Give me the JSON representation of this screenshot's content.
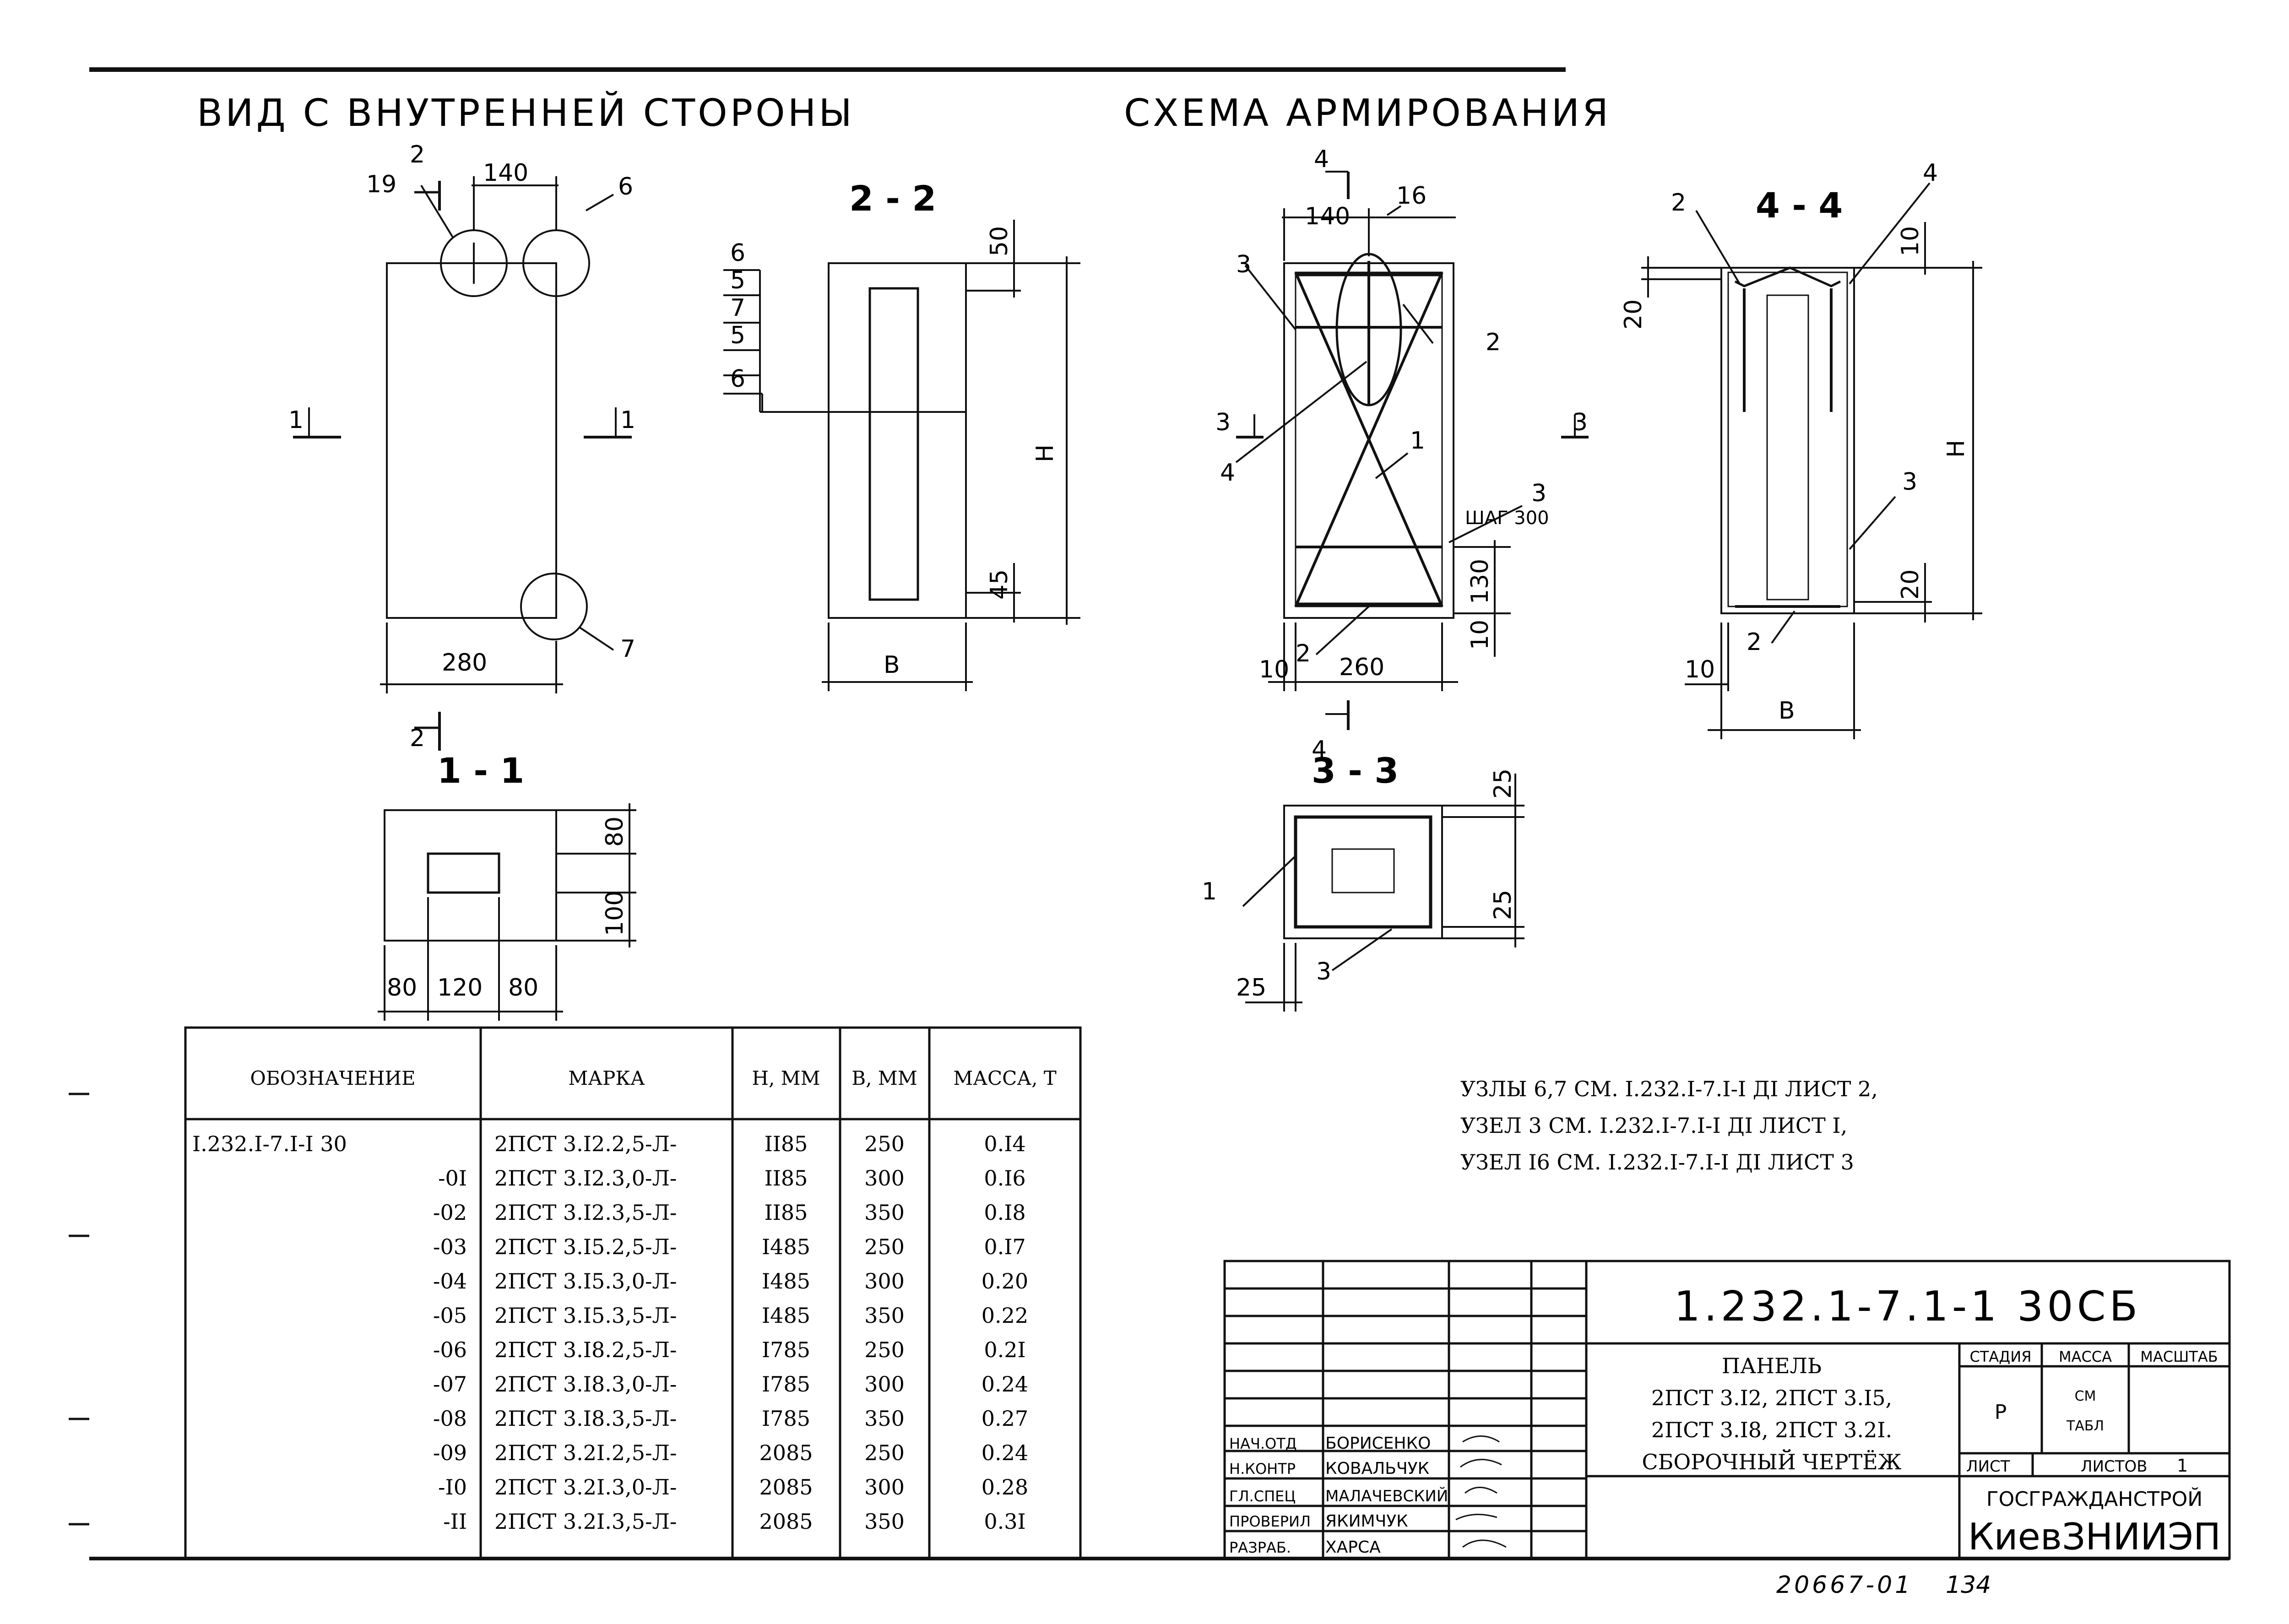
{
  "views": {
    "inner_side_title": "ВИД С ВНУТРЕННЕЙ СТОРОНЫ",
    "reinforcement_title": "СХЕМА АРМИРОВАНИЯ"
  },
  "sections": {
    "s11": "1 - 1",
    "s22": "2 - 2",
    "s33": "3 - 3",
    "s44": "4 - 4"
  },
  "dims": {
    "d140": "140",
    "d280": "280",
    "d50": "50",
    "d45": "45",
    "dH": "Н",
    "dB": "В",
    "d80": "80",
    "d100": "100",
    "d120": "120",
    "d260": "260",
    "d130": "130",
    "d10": "10",
    "d20": "20",
    "d25": "25",
    "step": "ШАГ 300"
  },
  "marks": {
    "m1": "1",
    "m2": "2",
    "m3": "3",
    "m4": "4",
    "m5": "5",
    "m6": "6",
    "m7": "7",
    "m16": "16",
    "m19": "19"
  },
  "table": {
    "headers": [
      "ОБОЗНАЧЕНИЕ",
      "МАРКА",
      "Н, ММ",
      "В, ММ",
      "МАССА, Т"
    ],
    "rows": [
      [
        "I.232.I-7.I-I 30",
        "2ПСТ 3.I2.2,5-Л-",
        "II85",
        "250",
        "0.I4"
      ],
      [
        "-0I",
        "2ПСТ 3.I2.3,0-Л-",
        "II85",
        "300",
        "0.I6"
      ],
      [
        "-02",
        "2ПСТ 3.I2.3,5-Л-",
        "II85",
        "350",
        "0.I8"
      ],
      [
        "-03",
        "2ПСТ 3.I5.2,5-Л-",
        "I485",
        "250",
        "0.I7"
      ],
      [
        "-04",
        "2ПСТ 3.I5.3,0-Л-",
        "I485",
        "300",
        "0.20"
      ],
      [
        "-05",
        "2ПСТ 3.I5.3,5-Л-",
        "I485",
        "350",
        "0.22"
      ],
      [
        "-06",
        "2ПСТ 3.I8.2,5-Л-",
        "I785",
        "250",
        "0.2I"
      ],
      [
        "-07",
        "2ПСТ 3.I8.3,0-Л-",
        "I785",
        "300",
        "0.24"
      ],
      [
        "-08",
        "2ПСТ 3.I8.3,5-Л-",
        "I785",
        "350",
        "0.27"
      ],
      [
        "-09",
        "2ПСТ 3.2I.2,5-Л-",
        "2085",
        "250",
        "0.24"
      ],
      [
        "-I0",
        "2ПСТ 3.2I.3,0-Л-",
        "2085",
        "300",
        "0.28"
      ],
      [
        "-II",
        "2ПСТ 3.2I.3,5-Л-",
        "2085",
        "350",
        "0.3I"
      ]
    ]
  },
  "notes": [
    "УЗЛЫ 6,7 СМ. I.232.I-7.I-I ДI ЛИСТ 2,",
    "УЗЕЛ 3 СМ. I.232.I-7.I-I ДI ЛИСТ I,",
    "УЗЕЛ I6 СМ. I.232.I-7.I-I ДI ЛИСТ 3"
  ],
  "stamp": {
    "code": "1.232.1-7.1-1 30СБ",
    "name_lines": [
      "ПАНЕЛЬ",
      "2ПСТ 3.I2, 2ПСТ 3.I5,",
      "2ПСТ 3.I8, 2ПСТ 3.2I.",
      "СБОРОЧНЫЙ ЧЕРТЁЖ"
    ],
    "col_stage": "СТАДИЯ",
    "col_mass": "МАССА",
    "col_scale": "МАСШТАБ",
    "stage": "Р",
    "mass_1": "СМ",
    "mass_2": "ТАБЛ",
    "sheet": "ЛИСТ",
    "sheets": "ЛИСТОВ",
    "sheets_count": "1",
    "org1": "ГОСГРАЖДАНСТРОЙ",
    "org2": "КиевЗНИИЭП",
    "people": [
      {
        "role": "НАЧ.ОТД",
        "name": "БОРИСЕНКО"
      },
      {
        "role": "Н.КОНТР",
        "name": "КОВАЛЬЧУК"
      },
      {
        "role": "ГЛ.СПЕЦ",
        "name": "МАЛАЧЕВСКИЙ"
      },
      {
        "role": "ПРОВЕРИЛ",
        "name": "ЯКИМЧУК"
      },
      {
        "role": "РАЗРАБ.",
        "name": "ХАРСА"
      }
    ]
  },
  "footer": {
    "number": "20667-01",
    "page": "134"
  }
}
